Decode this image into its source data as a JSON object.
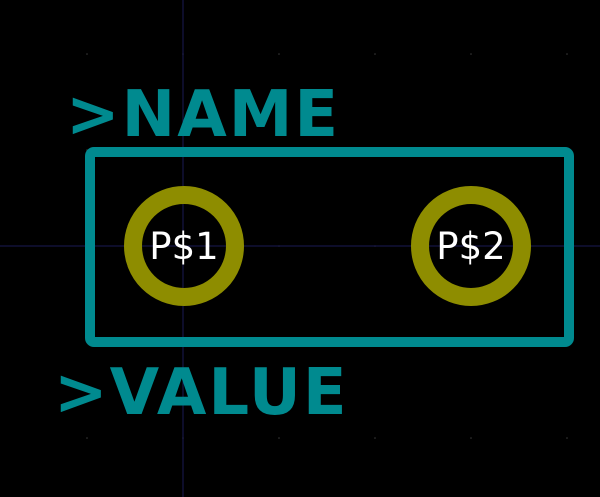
{
  "editor": {
    "background_color": "#000000",
    "crosshair_color": "#1a1a55",
    "grid_dot_color": "#3a3a3a"
  },
  "footprint": {
    "name_label": ">NAME",
    "value_label": ">VALUE",
    "outline_color": "#008a8f",
    "silk_text_color": "#008a8f",
    "pads": [
      {
        "label": "P$1",
        "ring_color": "#8e8d00",
        "label_color": "#ffffff"
      },
      {
        "label": "P$2",
        "ring_color": "#8e8d00",
        "label_color": "#ffffff"
      }
    ]
  }
}
